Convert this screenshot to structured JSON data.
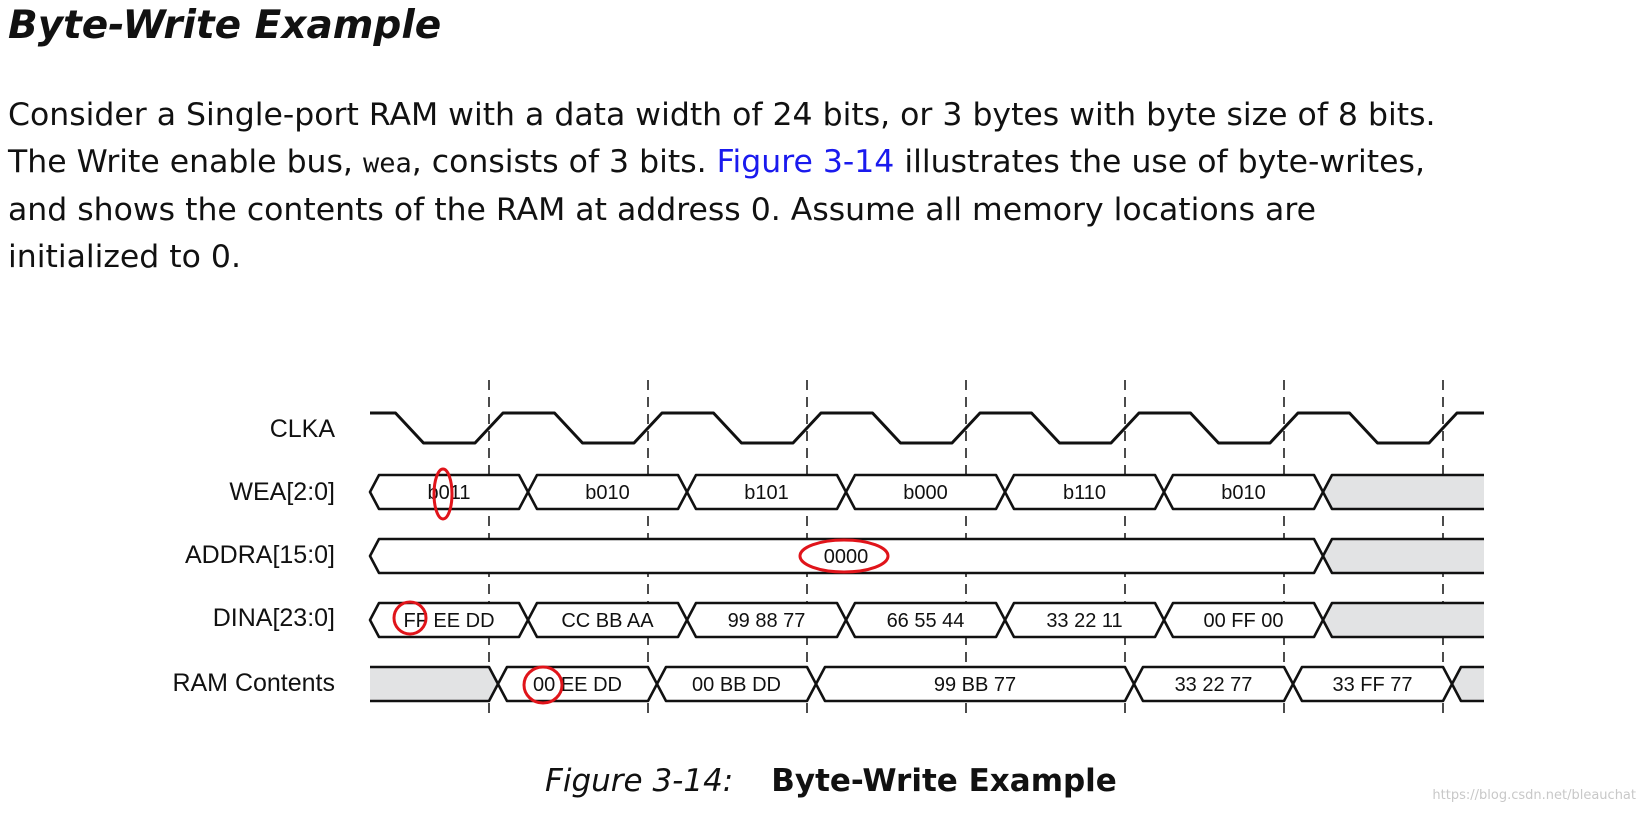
{
  "heading": "Byte-Write Example",
  "paragraph": {
    "line1": "Consider a Single-port RAM with a data width of 24 bits, or 3 bytes with byte size of 8 bits.",
    "line2_pre": "The Write enable bus, ",
    "line2_code": "wea",
    "line2_mid": ", consists of 3 bits. ",
    "line2_link": "Figure 3-14",
    "line2_post": " illustrates the use of byte-writes,",
    "line3": "and shows the contents of the RAM at address 0. Assume all memory locations are",
    "line4": "initialized to 0."
  },
  "diagram": {
    "signals": {
      "clka": "CLKA",
      "wea": "WEA[2:0]",
      "addra": "ADDRA[15:0]",
      "dina": "DINA[23:0]",
      "ram": "RAM Contents"
    },
    "wea_values": [
      "b011",
      "b010",
      "b101",
      "b000",
      "b110",
      "b010"
    ],
    "addra_value": "0000",
    "dina_values": [
      "FF EE DD",
      "CC BB AA",
      "99 88 77",
      "66 55 44",
      "33 22 11",
      "00 FF 00"
    ],
    "ram_values": [
      "00 EE DD",
      "00 BB DD",
      "99 BB 77",
      "33 22 77",
      "33 FF 77"
    ],
    "colors": {
      "idle_fill": "#e2e3e4",
      "highlight": "#e0141a",
      "line": "#111111"
    }
  },
  "caption": {
    "number": "Figure 3-14:",
    "title": "Byte-Write Example"
  },
  "watermark": "https://blog.csdn.net/bleauchat"
}
